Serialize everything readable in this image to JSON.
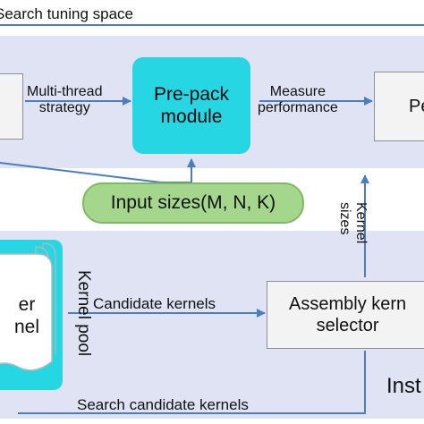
{
  "search_space_label": "Search tuning space",
  "nodes": {
    "prepack": "Pre-pack\nmodule",
    "perf_box": "Pe",
    "input_sizes": "Input sizes(M, N, K)",
    "assembly": "Assembly kern\nselector",
    "kernel_box": "er\nnel"
  },
  "edge_labels": {
    "multi_thread": "Multi-thread\nstrategy",
    "measure": "Measure\nperformance",
    "candidate_kernels": "Candidate kernels",
    "kernel_sizes": "Kernel\nsizes",
    "search_candidate": "Search candidate kernels"
  },
  "kernel_pool_label": "Kernel pool",
  "inst_label": "Inst",
  "colors": {
    "panel": "#dfe3f4",
    "arrow": "#4a7ebf",
    "prepack": "#26d6e3",
    "pill": "#a4d68b",
    "kernel_pool": "#26d6e3"
  }
}
